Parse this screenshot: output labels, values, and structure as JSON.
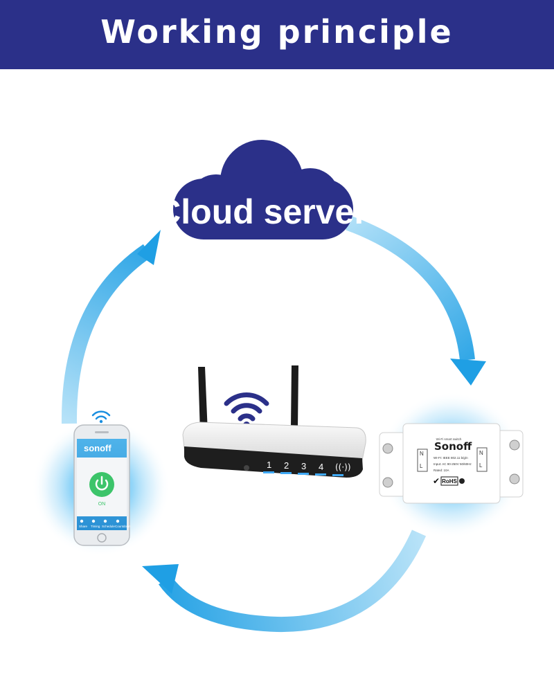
{
  "header": {
    "title": "Working principle"
  },
  "cloud": {
    "label": "Cloud server"
  },
  "phone": {
    "brand": "sonoff",
    "power_state": "ON",
    "tabs": [
      "Share",
      "Timing",
      "Schedule",
      "Countdown"
    ]
  },
  "router": {
    "ports": [
      "1",
      "2",
      "3",
      "4"
    ]
  },
  "switch": {
    "brand": "Sonoff",
    "subtitle": "Wi-Fi smart switch",
    "specs": [
      "WI-FI: IEEE 802.11 b/g/n",
      "Input: AC 90-250V 50/60Hz",
      "Rated: 10A"
    ],
    "cert": "RoHS",
    "in_terminal": [
      "N",
      "L"
    ],
    "out_terminal": [
      "N",
      "L"
    ]
  },
  "colors": {
    "banner": "#2b3089",
    "cloud": "#2b3089",
    "arrow_dark": "#1fa3e6",
    "arrow_light": "#a9dcf6",
    "glow": "#1aa0ef"
  }
}
